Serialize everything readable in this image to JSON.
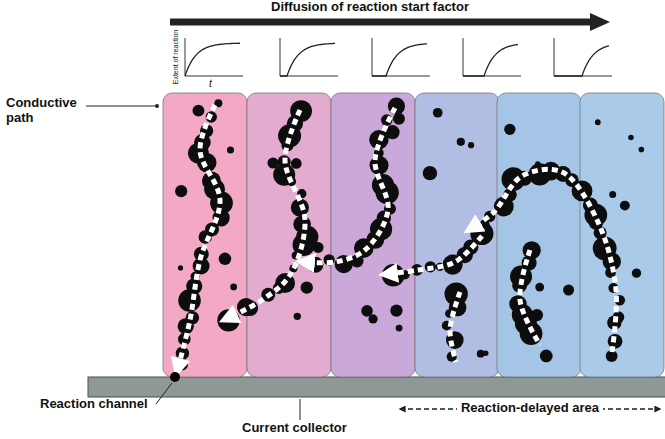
{
  "diagram": {
    "title": "Diffusion of reaction start factor",
    "labels": [
      "Extent of reaction",
      "t",
      "Conductive path",
      "Reaction channel",
      "Current collector",
      "Reaction-delayed area"
    ]
  }
}
